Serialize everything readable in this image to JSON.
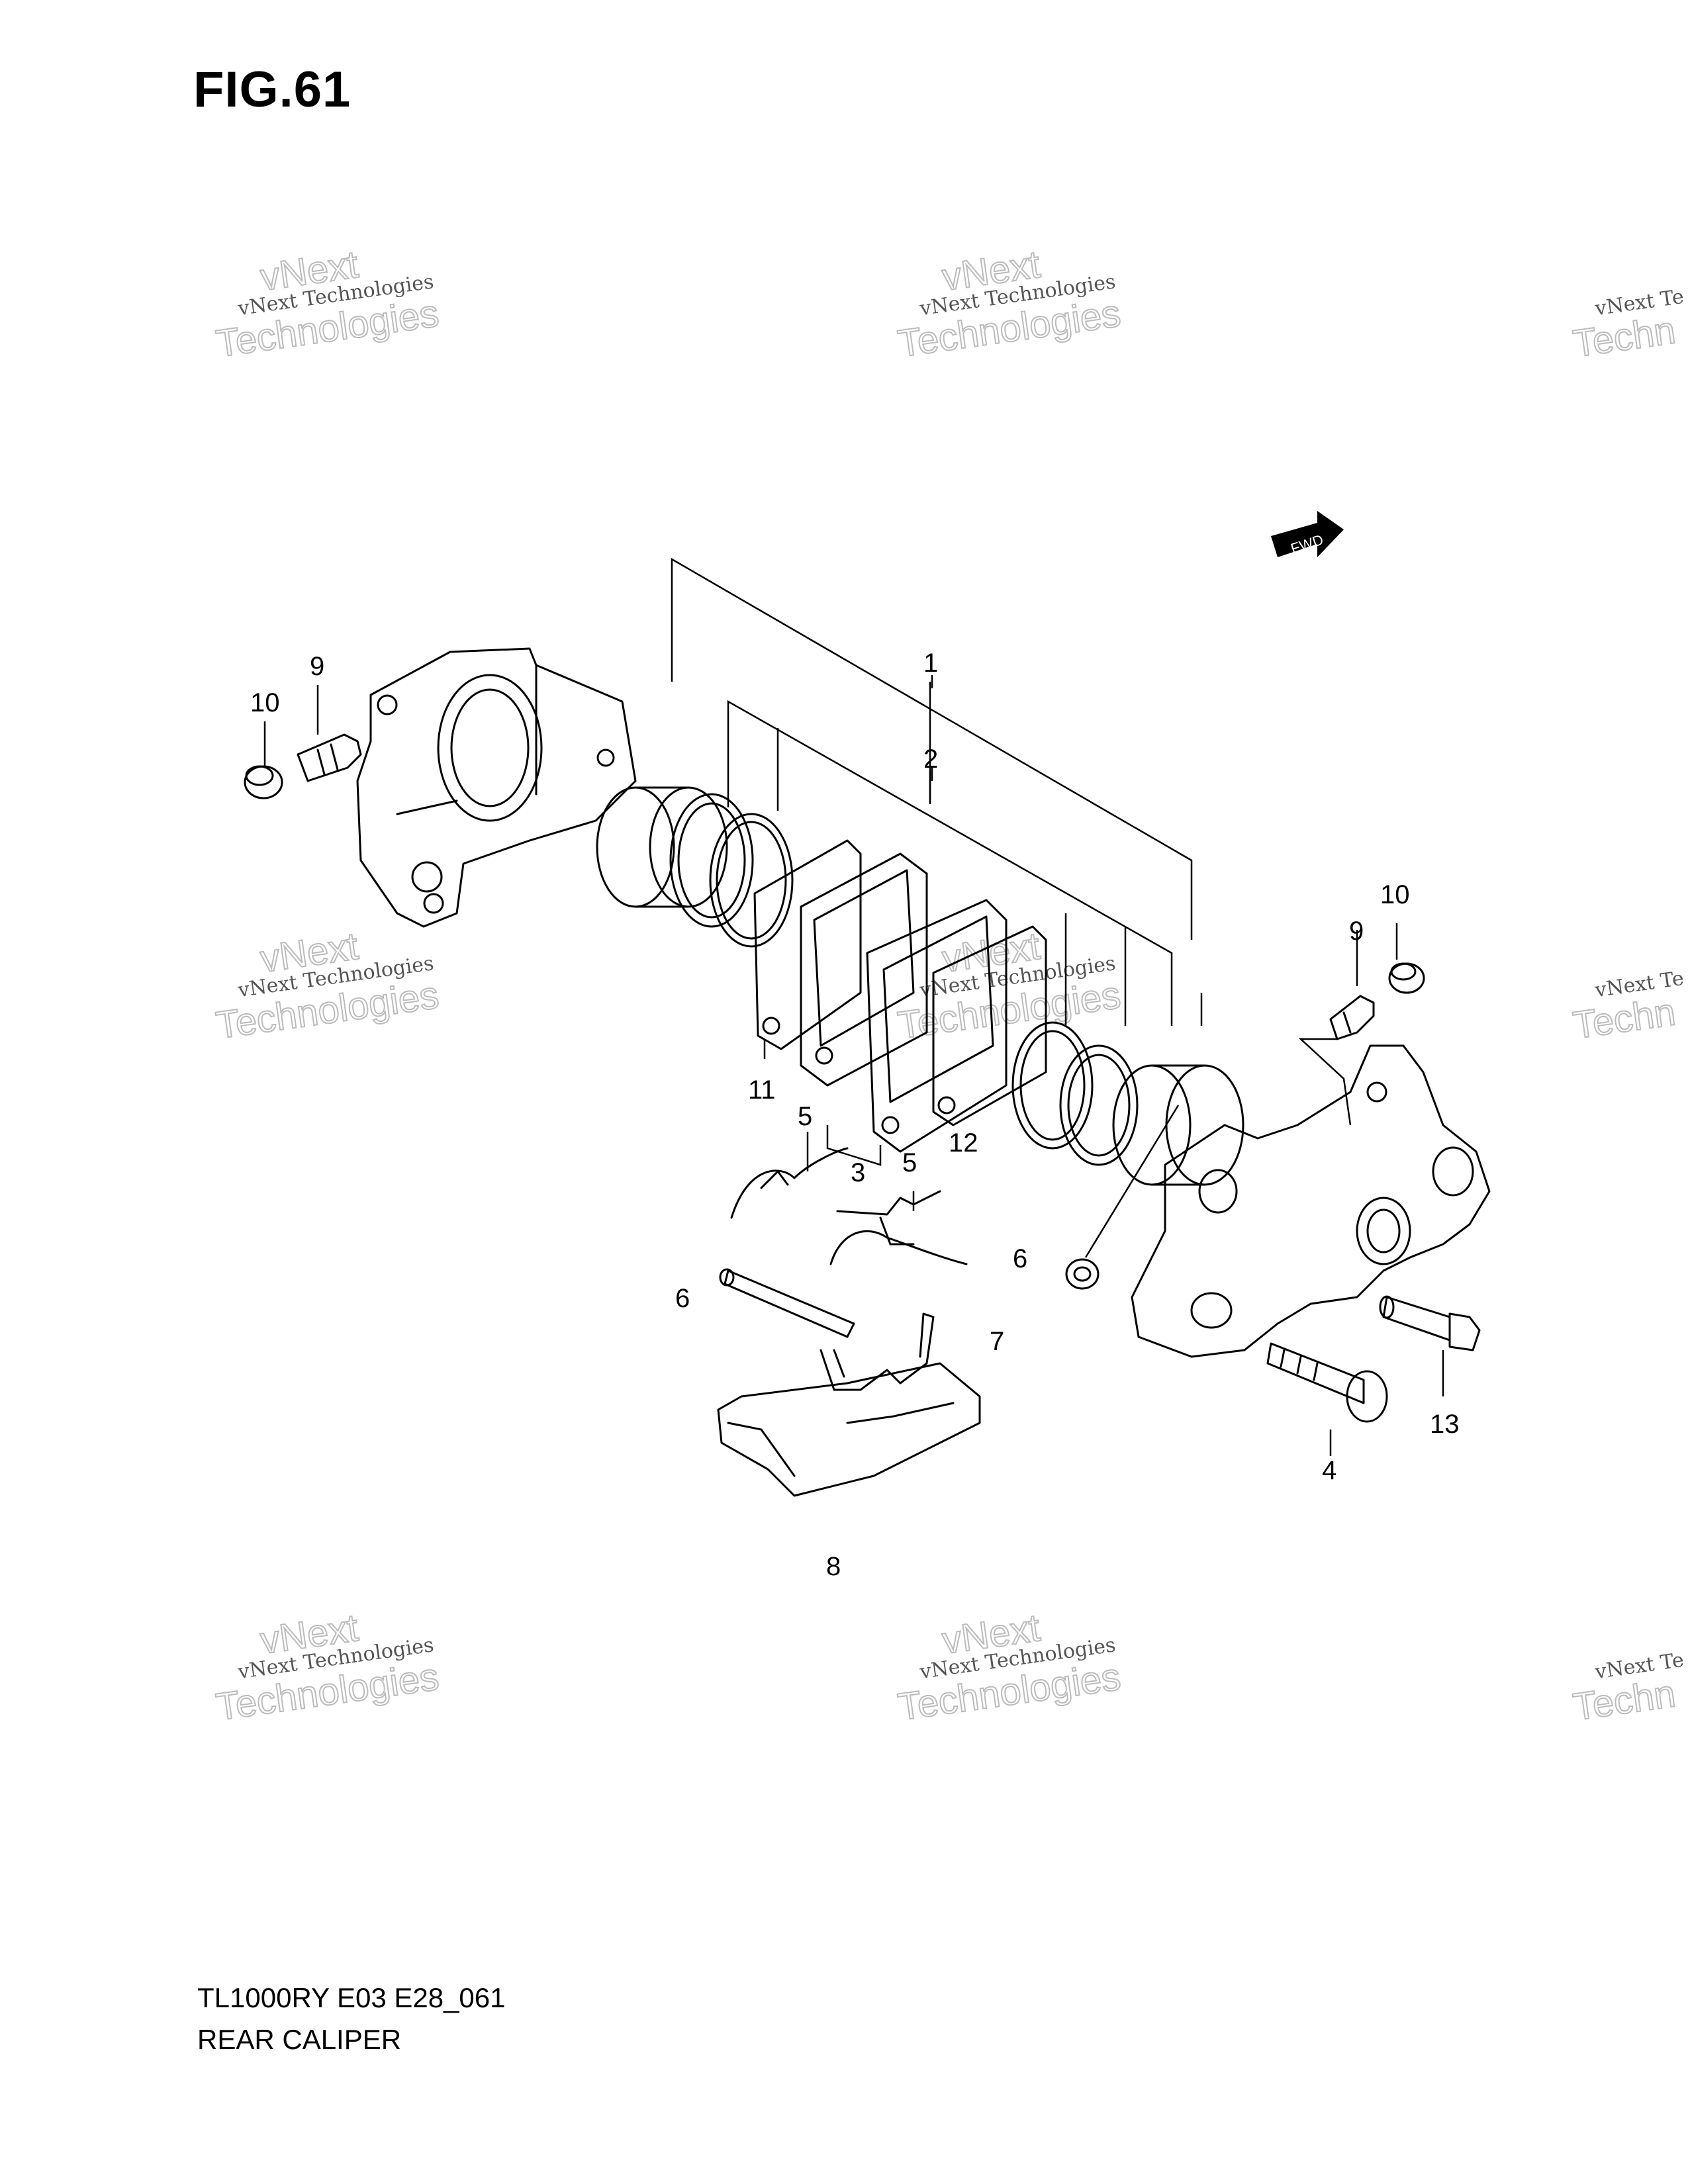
{
  "figure": {
    "title": "FIG.61",
    "model_code": "TL1000RY E03 E28_061",
    "part_group": "REAR CALIPER",
    "fwd_label": "FWD"
  },
  "watermark": {
    "line1": "vNext",
    "line2": "vNext Technologies",
    "line3": "Technologies",
    "cut_line2": "vNext Te",
    "cut_line3": "Techn"
  },
  "callouts": {
    "c1": "1",
    "c2": "2",
    "c3": "3",
    "c4": "4",
    "c5a": "5",
    "c5b": "5",
    "c6a": "6",
    "c6b": "6",
    "c7": "7",
    "c8": "8",
    "c9a": "9",
    "c9b": "9",
    "c10a": "10",
    "c10b": "10",
    "c11": "11",
    "c12": "12",
    "c13": "13"
  }
}
